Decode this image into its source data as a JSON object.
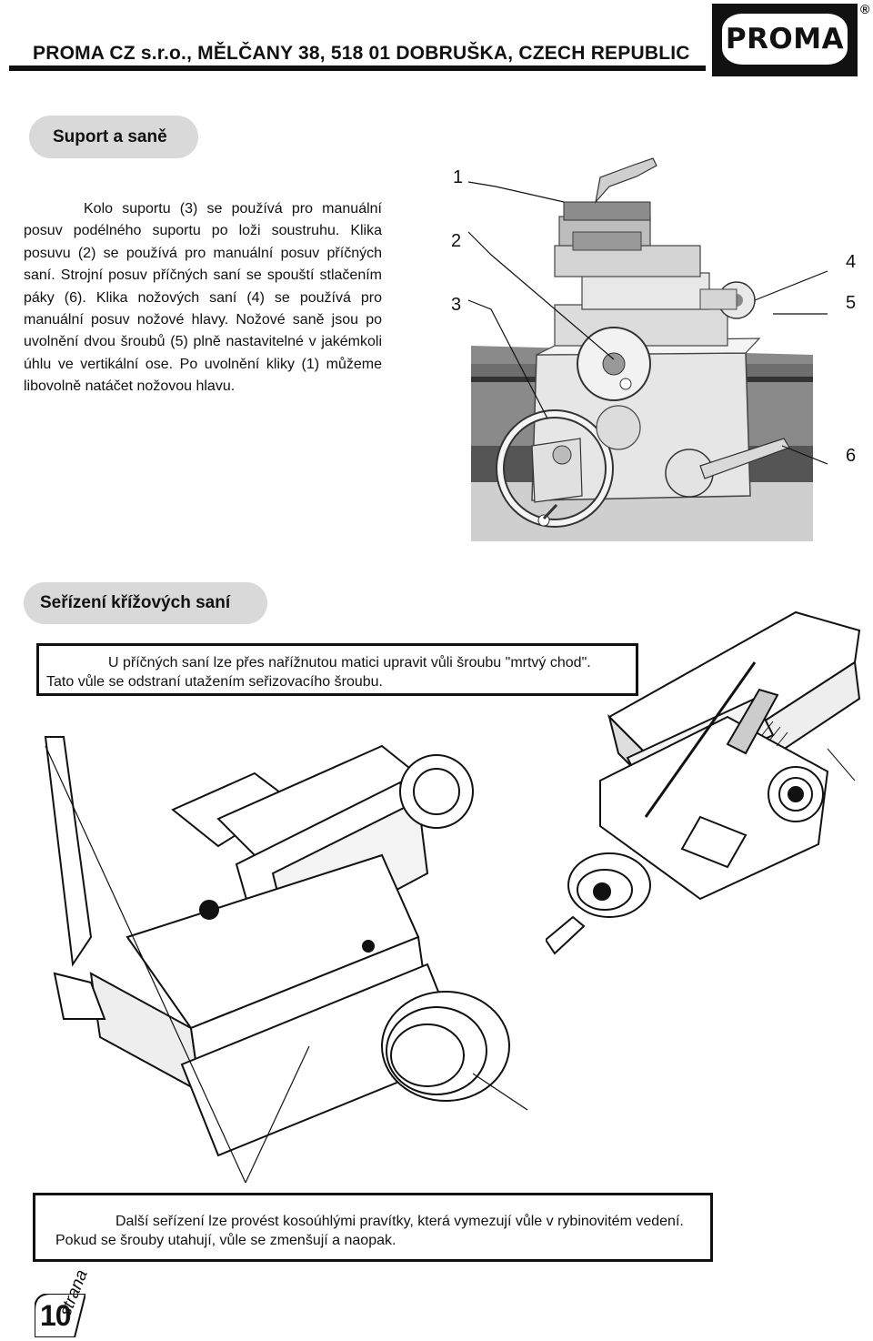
{
  "header": {
    "company": "PROMA CZ s.r.o., MĚLČANY 38, 518 01 DOBRUŠKA, CZECH REPUBLIC",
    "logo_text": "PROMA",
    "registered_mark": "®"
  },
  "section1": {
    "title": "Suport a saně",
    "paragraph": "Kolo suportu (3) se používá pro manuální posuv podélného suportu po loži soustruhu. Klika posuvu (2) se používá pro manuální posuv příčných saní. Strojní posuv příčných saní se spouští stlačením páky (6). Klika nožových saní (4) se používá pro manuální posuv nožové hlavy. Nožové saně jsou po uvolnění dvou šroubů (5) plně nastavitelné v jakémkoli úhlu ve vertikální ose. Po uvolnění kliky (1) můžeme libovolně natáčet nožovou hlavu.",
    "callouts": [
      "1",
      "2",
      "3",
      "4",
      "5",
      "6"
    ]
  },
  "section2": {
    "title": "Seřízení křížových saní",
    "note1_line1": "U příčných saní lze přes nařížnutou matici upravit vůli šroubu \"mrtvý chod\".",
    "note1_line2": "Tato vůle se odstraní utažením seřizovacího šroubu.",
    "note2_line1": "Další seřízení lze provést kosoúhlými pravítky, která vymezují vůle v rybinovitém vedení.",
    "note2_line2": "Pokud se šrouby utahují, vůle se zmenšují a naopak."
  },
  "footer": {
    "page_number": "10",
    "page_word": "strana"
  }
}
